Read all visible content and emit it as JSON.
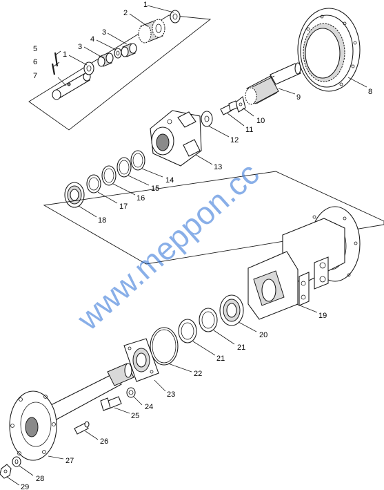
{
  "watermark": "www.meppon.cc",
  "callouts": [
    {
      "id": "c1a",
      "label": "1"
    },
    {
      "id": "c2",
      "label": "2"
    },
    {
      "id": "c3a",
      "label": "3"
    },
    {
      "id": "c4",
      "label": "4"
    },
    {
      "id": "c3b",
      "label": "3"
    },
    {
      "id": "c5",
      "label": "5"
    },
    {
      "id": "c1b",
      "label": "1"
    },
    {
      "id": "c6",
      "label": "6"
    },
    {
      "id": "c7",
      "label": "7"
    },
    {
      "id": "c8",
      "label": "8"
    },
    {
      "id": "c9",
      "label": "9"
    },
    {
      "id": "c10",
      "label": "10"
    },
    {
      "id": "c11",
      "label": "11"
    },
    {
      "id": "c12",
      "label": "12"
    },
    {
      "id": "c13",
      "label": "13"
    },
    {
      "id": "c14",
      "label": "14"
    },
    {
      "id": "c15",
      "label": "15"
    },
    {
      "id": "c16",
      "label": "16"
    },
    {
      "id": "c17",
      "label": "17"
    },
    {
      "id": "c18",
      "label": "18"
    },
    {
      "id": "c19",
      "label": "19"
    },
    {
      "id": "c20",
      "label": "20"
    },
    {
      "id": "c21a",
      "label": "21"
    },
    {
      "id": "c21b",
      "label": "21"
    },
    {
      "id": "c22",
      "label": "22"
    },
    {
      "id": "c23",
      "label": "23"
    },
    {
      "id": "c24",
      "label": "24"
    },
    {
      "id": "c25",
      "label": "25"
    },
    {
      "id": "c26",
      "label": "26"
    },
    {
      "id": "c27",
      "label": "27"
    },
    {
      "id": "c28",
      "label": "28"
    },
    {
      "id": "c29",
      "label": "29"
    }
  ]
}
